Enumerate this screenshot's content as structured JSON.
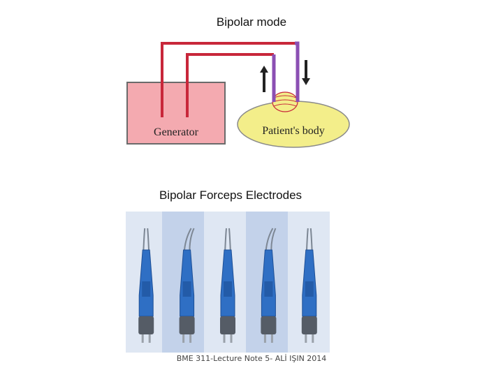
{
  "diagram": {
    "title": "Bipolar mode",
    "generator_label": "Generator",
    "patient_label": "Patient's body",
    "colors": {
      "generator_fill": "#f4aab0",
      "generator_border": "#6b6b6b",
      "patient_fill": "#f3ee8a",
      "wire_red": "#c8273a",
      "wire_purple": "#8b4fb3",
      "arrow": "#222222"
    }
  },
  "forceps": {
    "title": "Bipolar Forceps Electrodes",
    "count": 5,
    "colors": {
      "panel_light": "#dfe7f3",
      "panel_dark": "#c3d2ea",
      "body": "#2f6fc4",
      "body_dark": "#1d4f96",
      "connector": "#555c66"
    }
  },
  "footer": {
    "text": "BME 311-Lecture Note 5- ALİ IŞIN 2014"
  }
}
